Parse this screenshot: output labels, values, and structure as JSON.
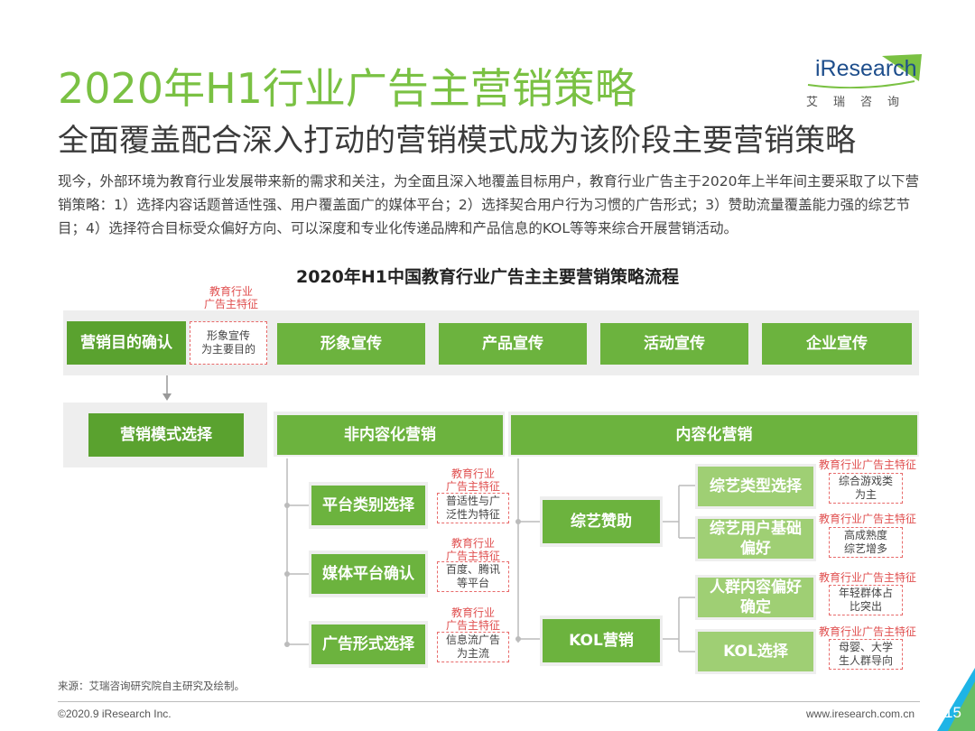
{
  "title": "2020年H1行业广告主营销策略",
  "subtitle": "全面覆盖配合深入打动的营销模式成为该阶段主要营销策略",
  "logo": {
    "text": "iResearch",
    "cn": "艾瑞咨询"
  },
  "intro": "现今，外部环境为教育行业发展带来新的需求和关注，为全面且深入地覆盖目标用户，教育行业广告主于2020年上半年间主要采取了以下营销策略：1）选择内容话题普适性强、用户覆盖面广的媒体平台；2）选择契合用户行为习惯的广告形式；3）赞助流量覆盖能力强的综艺节目；4）选择符合目标受众偏好方向、可以深度和专业化传递品牌和产品信息的KOL等等来综合开展营销活动。",
  "diagram": {
    "title": "2020年H1中国教育行业广告主主要营销策略流程",
    "feature_label": "教育行业广告主特征",
    "feature_label_split": [
      "教育行业",
      "广告主特征"
    ],
    "step1": {
      "label": "营销目的确认",
      "feature": "形象宣传为主要目的",
      "feature_lines": [
        "形象宣传",
        "为主要目的"
      ]
    },
    "purposes": [
      "形象宣传",
      "产品宣传",
      "活动宣传",
      "企业宣传"
    ],
    "step2": {
      "label": "营销模式选择"
    },
    "non_content": {
      "label": "非内容化营销",
      "items": [
        {
          "label": "平台类别选择",
          "feature_lines": [
            "普适性与广",
            "泛性为特征"
          ]
        },
        {
          "label": "媒体平台确认",
          "feature_lines": [
            "百度、腾讯",
            "等平台"
          ]
        },
        {
          "label": "广告形式选择",
          "feature_lines": [
            "信息流广告",
            "为主流"
          ]
        }
      ]
    },
    "content": {
      "label": "内容化营销",
      "variety": {
        "label": "综艺赞助",
        "items": [
          {
            "label_lines": [
              "综艺类型选择"
            ],
            "feature_lines": [
              "综合游戏类",
              "为主"
            ]
          },
          {
            "label_lines": [
              "综艺用户基础",
              "偏好"
            ],
            "feature_lines": [
              "高成熟度",
              "综艺增多"
            ]
          }
        ]
      },
      "kol": {
        "label": "KOL营销",
        "items": [
          {
            "label_lines": [
              "人群内容偏好",
              "确定"
            ],
            "feature_lines": [
              "年轻群体占",
              "比突出"
            ]
          },
          {
            "label_lines": [
              "KOL选择"
            ],
            "feature_lines": [
              "母婴、大学",
              "生人群导向"
            ]
          }
        ]
      }
    }
  },
  "source": "来源：艾瑞咨询研究院自主研究及绘制。",
  "copyright": "©2020.9 iResearch Inc.",
  "website": "www.iresearch.com.cn",
  "page_number": "15",
  "colors": {
    "green": "#7ac143",
    "box_green": "#6cb33e",
    "light_green": "#9fcf74",
    "red_label": "#e05050",
    "logo_blue": "#1e4e8c",
    "accent_cyan": "#1eb4e6"
  }
}
